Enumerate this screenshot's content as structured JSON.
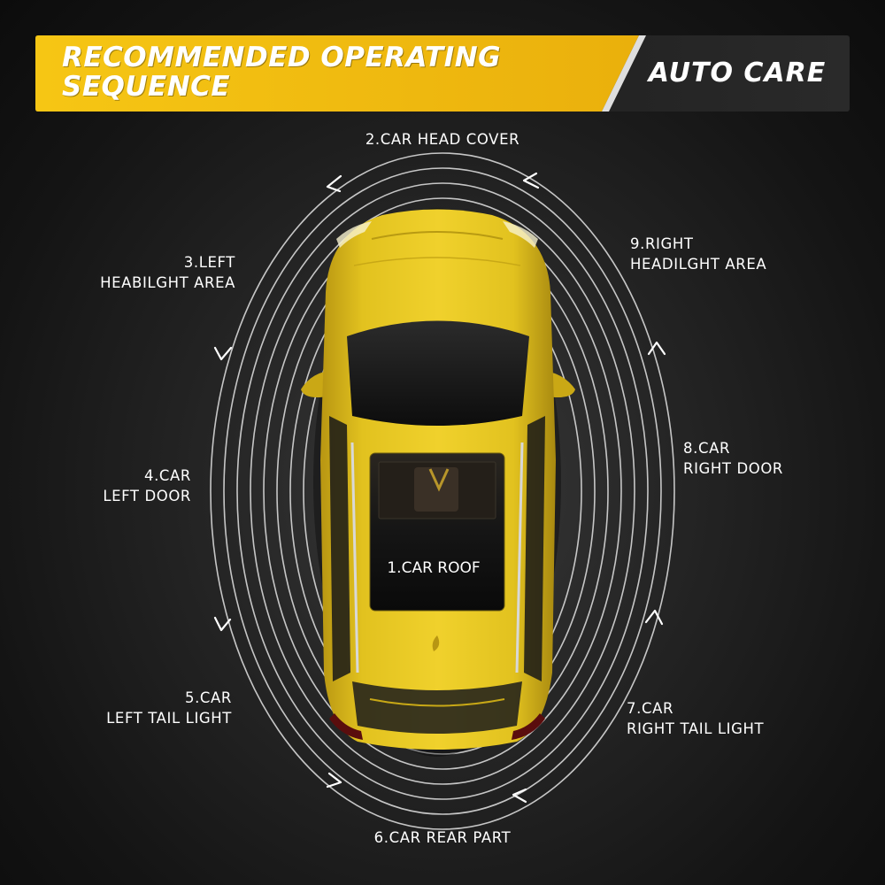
{
  "banner": {
    "title_line1": "RECOMMENDED OPERATING",
    "title_line2": "SEQUENCE",
    "brand": "AUTO CARE",
    "accent_color": "#f3b90d",
    "dark_color": "#1e1e1e"
  },
  "car": {
    "color": "#e6c320",
    "icon": "car-top-view"
  },
  "steps": [
    {
      "number": "1.",
      "line1": "CAR ROOF",
      "line2": ""
    },
    {
      "number": "2.",
      "line1": "CAR HEAD COVER",
      "line2": ""
    },
    {
      "number": "3.",
      "line1": "LEFT",
      "line2": "HEABILGHT AREA"
    },
    {
      "number": "4.",
      "line1": "CAR",
      "line2": "LEFT DOOR"
    },
    {
      "number": "5.",
      "line1": "CAR",
      "line2": "LEFT TAIL LIGHT"
    },
    {
      "number": "6.",
      "line1": "CAR REAR PART",
      "line2": ""
    },
    {
      "number": "7.",
      "line1": "CAR",
      "line2": "RIGHT TAIL LIGHT"
    },
    {
      "number": "8.",
      "line1": "CAR",
      "line2": "RIGHT DOOR"
    },
    {
      "number": "9.",
      "line1": "RIGHT",
      "line2": "HEADILGHT AREA"
    }
  ]
}
